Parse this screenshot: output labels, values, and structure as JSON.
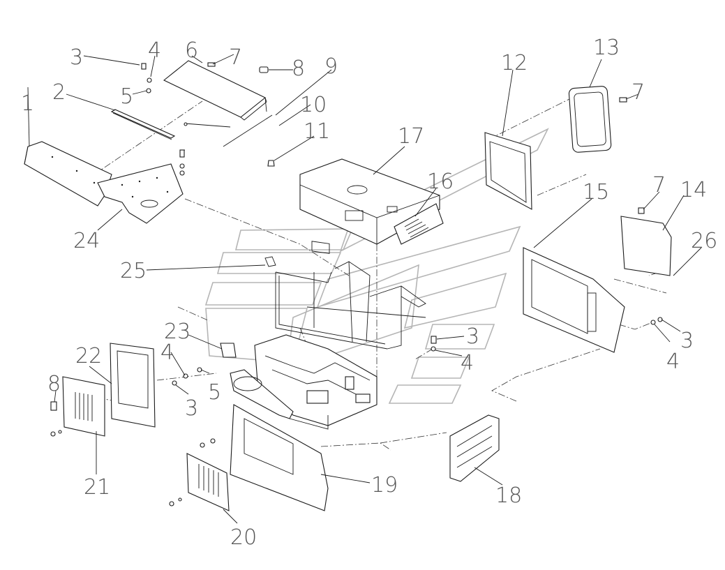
{
  "diagram": {
    "labels": {
      "l1": "1",
      "l2": "2",
      "l3a": "3",
      "l4a": "4",
      "l5a": "5",
      "l6": "6",
      "l7a": "7",
      "l8a": "8",
      "l9": "9",
      "l10": "10",
      "l11": "11",
      "l12": "12",
      "l13": "13",
      "l7b": "7",
      "l17": "17",
      "l16": "16",
      "l15": "15",
      "l7c": "7",
      "l14": "14",
      "l26": "26",
      "l25": "25",
      "l3b": "3",
      "l4b": "4",
      "l3c": "3",
      "l4c": "4",
      "l23": "23",
      "l4d": "4",
      "l5b": "5",
      "l3d": "3",
      "l22": "22",
      "l8b": "8",
      "l21": "21",
      "l19": "19",
      "l18": "18",
      "l20": "20",
      "l24": "24"
    }
  }
}
